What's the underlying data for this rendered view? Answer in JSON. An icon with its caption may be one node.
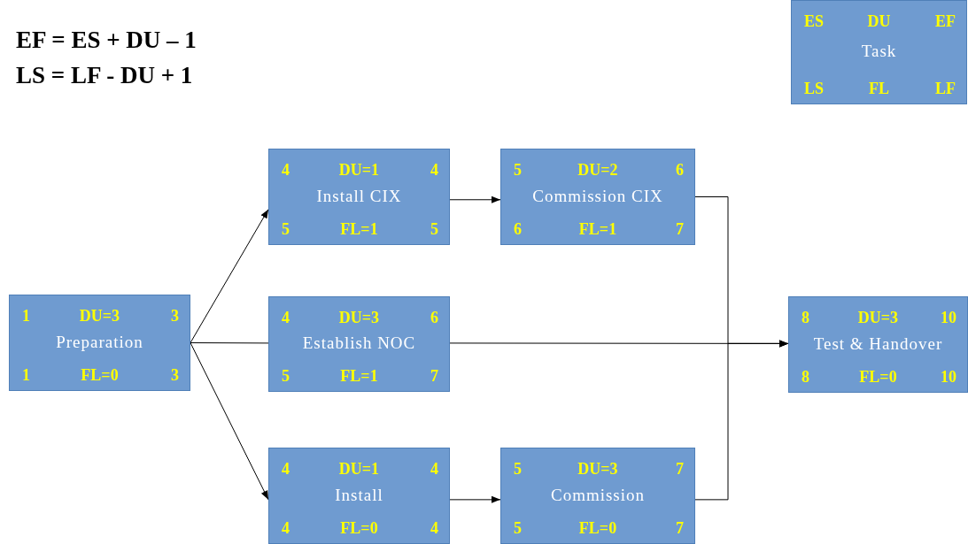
{
  "diagram": {
    "nodes": [
      {
        "text": [
          "ES",
          "DU",
          "EF",
          "Task",
          "LS",
          "FL",
          "LF"
        ]
      },
      {
        "text": [
          "1",
          "DU=3",
          "3",
          "Preparation",
          "1",
          "FL=0",
          "3"
        ]
      },
      {
        "text": [
          "4",
          "DU=1",
          "4",
          "Install CIX",
          "5",
          "FL=1",
          "5"
        ]
      },
      {
        "text": [
          "5",
          "DU=2",
          "6",
          "Commission CIX",
          "6",
          "FL=1",
          "7"
        ]
      },
      {
        "text": [
          "4",
          "DU=3",
          "6",
          "Establish NOC",
          "5",
          "FL=1",
          "7"
        ]
      },
      {
        "text": [
          "8",
          "DU=3",
          "10",
          "Test & Handover",
          "8",
          "FL=0",
          "10"
        ]
      },
      {
        "text": [
          "4",
          "DU=1",
          "4",
          "Install",
          "4",
          "FL=0",
          "4"
        ]
      },
      {
        "text": [
          "5",
          "DU=3",
          "7",
          "Commission",
          "5",
          "FL=0",
          "7"
        ]
      }
    ],
    "edges": [
      {
        "from": 1,
        "to": 2,
        "arrow": "to"
      },
      {
        "from": 1,
        "to": 4,
        "arrow": "none"
      },
      {
        "from": 1,
        "to": 6,
        "arrow": "to"
      },
      {
        "from": 2,
        "to": 3,
        "arrow": "to"
      },
      {
        "from": 6,
        "to": 7,
        "arrow": "to"
      },
      {
        "from": 3,
        "to": 5,
        "arrow": "to"
      },
      {
        "from": 4,
        "to": 5,
        "arrow": "to"
      },
      {
        "from": 7,
        "to": 5,
        "arrow": "to"
      }
    ],
    "labels": [
      "EF = ES + DU – 1",
      "LS = LF - DU + 1"
    ]
  }
}
